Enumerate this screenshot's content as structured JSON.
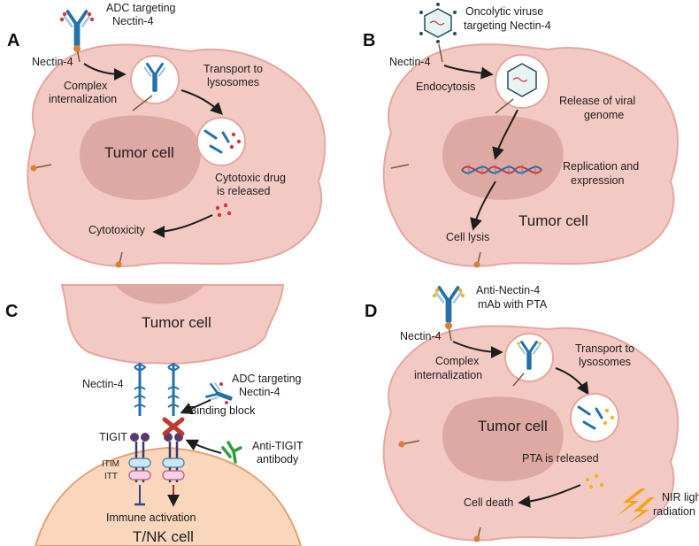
{
  "panel_a": {
    "letter": "A",
    "adc_label": [
      "ADC targeting",
      "Nectin-4"
    ],
    "nectin_label": "Nectin-4",
    "complex_label": [
      "Complex",
      "internalization"
    ],
    "transport_label": [
      "Transport to",
      "lysosomes"
    ],
    "tumor_label": "Tumor cell",
    "drug_label": [
      "Cytotoxic drug",
      "is released"
    ],
    "outcome_label": "Cytotoxicity"
  },
  "panel_b": {
    "letter": "B",
    "virus_label": [
      "Oncolytic viruse",
      "targeting Nectin-4"
    ],
    "nectin_label": "Nectin-4",
    "endocytosis_label": "Endocytosis",
    "release_label": [
      "Release of viral",
      "genome"
    ],
    "replication_label": [
      "Replication and",
      "expression"
    ],
    "tumor_label": "Tumor cell",
    "outcome_label": "Cell lysis"
  },
  "panel_c": {
    "letter": "C",
    "tumor_label": "Tumor cell",
    "nectin_label": "Nectin-4",
    "adc_label": [
      "ADC targeting",
      "Nectin-4"
    ],
    "block_label": "Binding block",
    "tigit_label": "TIGIT",
    "itim_label": "ITIM",
    "itt_label": "ITT",
    "antibody_label": [
      "Anti-TIGIT",
      "antibody"
    ],
    "activation_label": "Immune activation",
    "tnk_label": "T/NK cell"
  },
  "panel_d": {
    "letter": "D",
    "mab_label": [
      "Anti-Nectin-4",
      "mAb with PTA"
    ],
    "nectin_label": "Nectin-4",
    "complex_label": [
      "Complex",
      "internalization"
    ],
    "transport_label": [
      "Transport to",
      "lysosomes"
    ],
    "tumor_label": "Tumor cell",
    "pta_label": "PTA is released",
    "outcome_label": "Cell death",
    "nir_label": [
      "NIR light",
      "radiation"
    ]
  },
  "colors": {
    "cell_fill": "#f3c9c4",
    "cell_stroke": "#e3a8a0",
    "nucleus": "#dfa9a3",
    "antibody": "#2271a8",
    "drug": "#d8343a",
    "pta": "#f2b51f",
    "receptor_tip": "#d8803a"
  }
}
